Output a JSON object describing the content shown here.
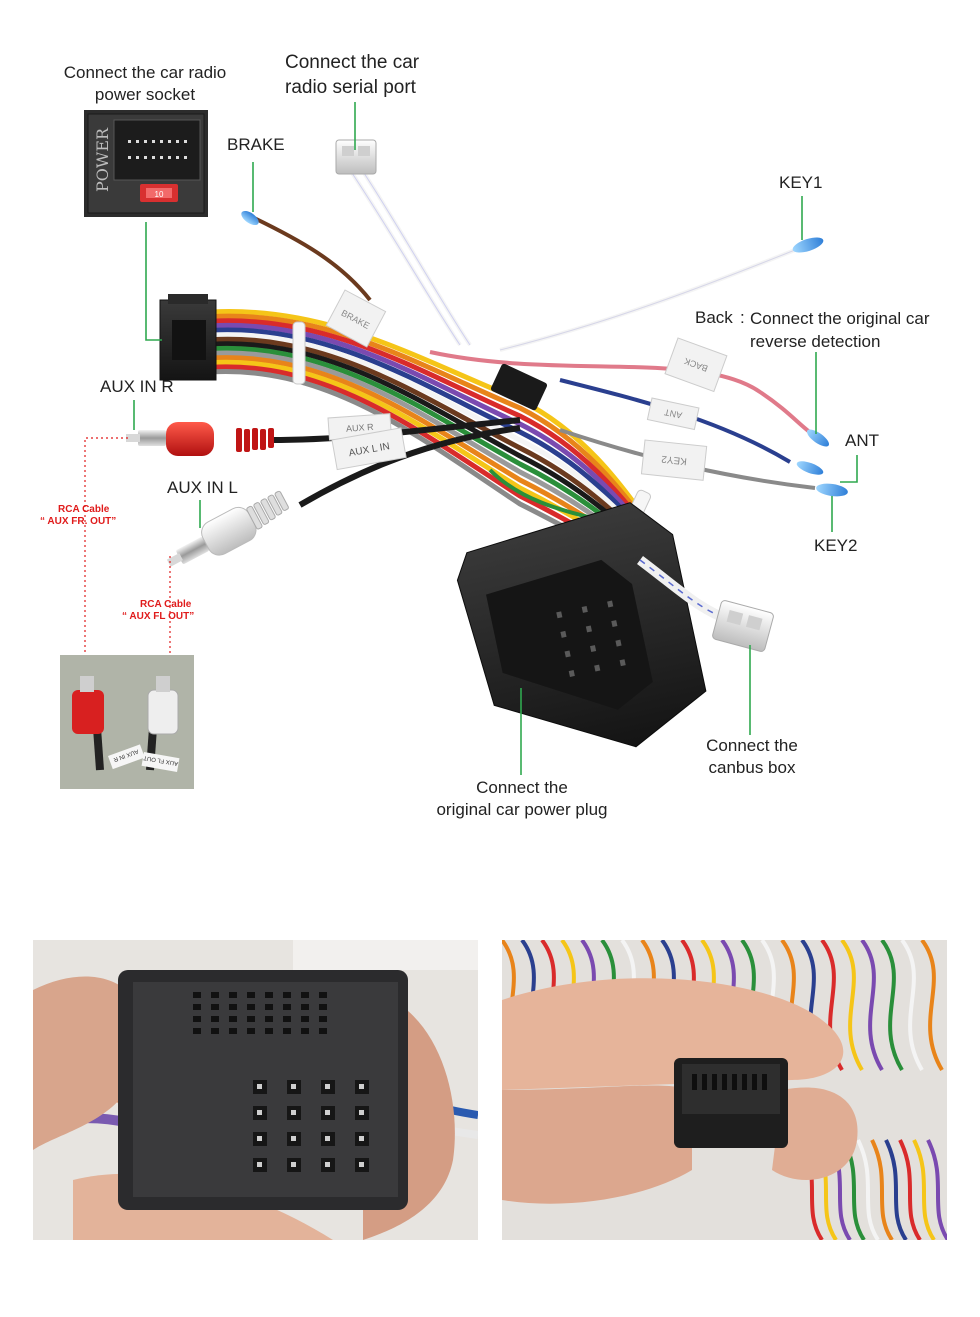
{
  "labels": {
    "power_socket": [
      "Connect the car radio",
      "power socket"
    ],
    "serial_port": [
      "Connect the car",
      "radio  serial port"
    ],
    "brake": "BRAKE",
    "key1": "KEY1",
    "back_prefix": "Back",
    "back_colon": ":",
    "back": [
      "Connect the original car",
      "reverse detection"
    ],
    "ant": "ANT",
    "key2": "KEY2",
    "aux_r": "AUX IN R",
    "aux_l": "AUX IN L",
    "rca_r": [
      "RCA Cable",
      "“   AUX  FR. OUT”"
    ],
    "rca_l": [
      "RCA Cable",
      "“   AUX  FL OUT”"
    ],
    "power_plug": [
      "Connect the",
      "original car power plug"
    ],
    "canbus": [
      "Connect the",
      "canbus box"
    ]
  },
  "printed_marks": {
    "power": "POWER",
    "fuse": "10",
    "brake_tag": "BRAKE",
    "back_tag": "BACK",
    "ant_tag": "ANT",
    "key2_tag": "KEY2",
    "aux_r_tag": "AUX R",
    "aux_l_tag": "AUX L IN",
    "photo_tag_1": "AUX IN R",
    "photo_tag_2": "AUX FL OUT"
  },
  "colors": {
    "leader_line": "#2fa84f",
    "rca_dotted": "#e01b1b",
    "connector_black": "#1e1e1e",
    "rca_red": "#d01a1a",
    "rca_white": "#e6e6e6",
    "wire_blue": "#2a3f8f",
    "wire_pink": "#e07a8a",
    "wire_brown": "#6b3a1e"
  }
}
